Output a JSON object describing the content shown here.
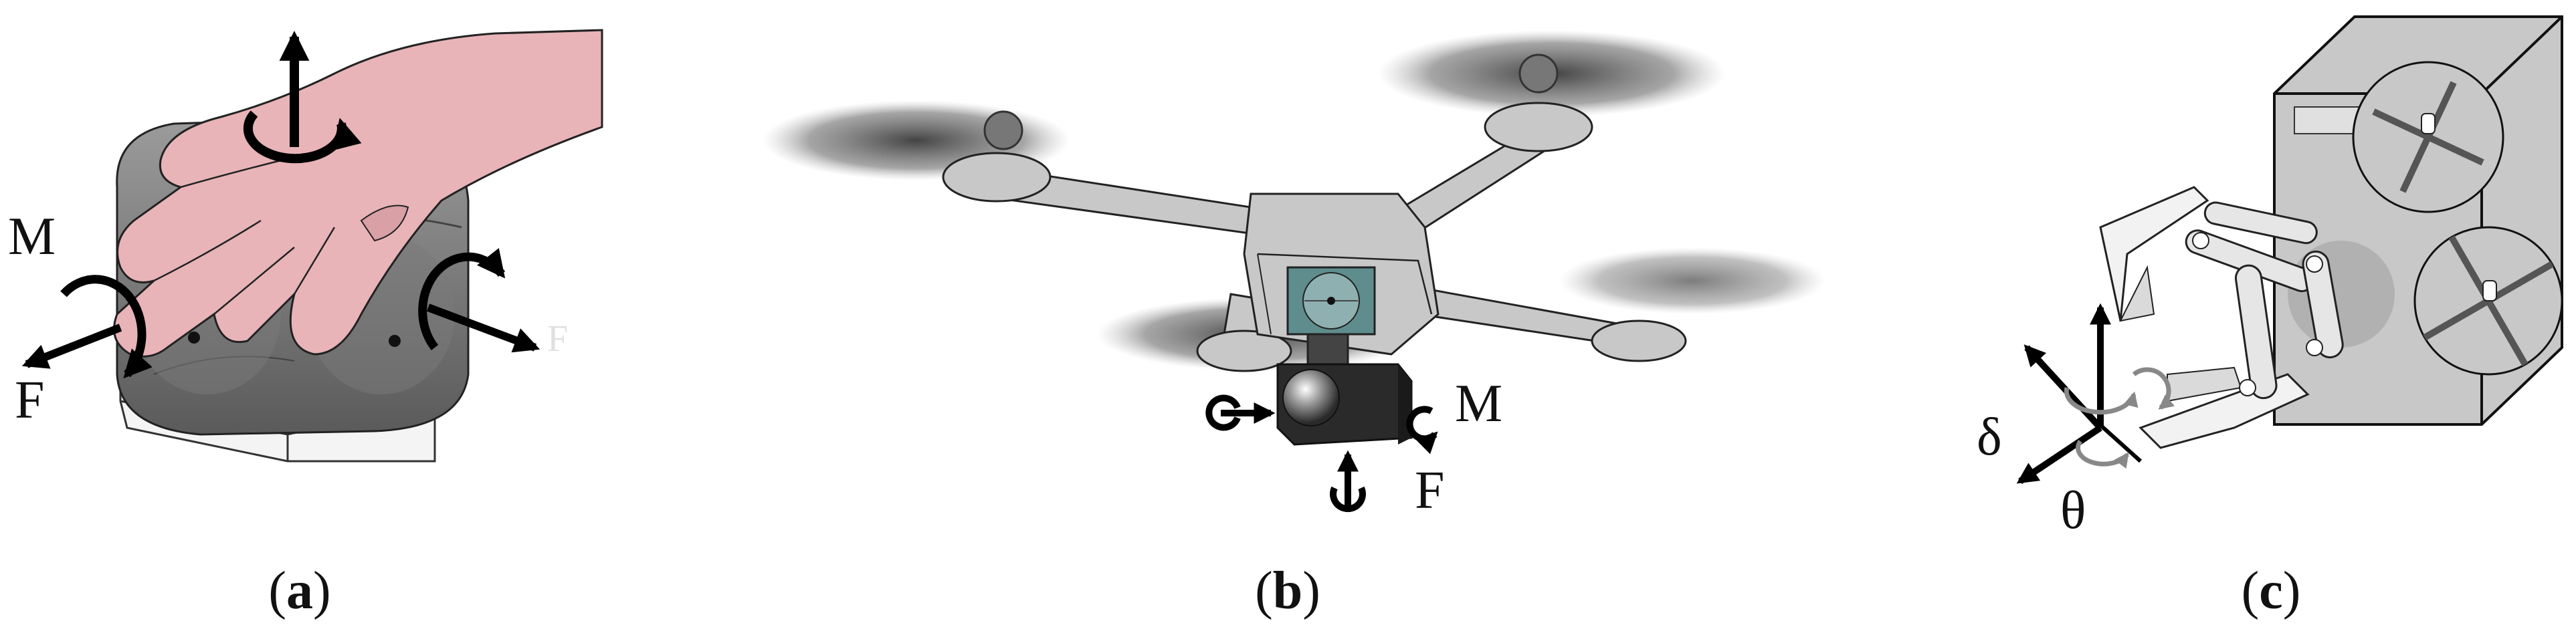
{
  "figure": {
    "panels": [
      {
        "caption": {
          "open": "(",
          "letter": "a",
          "close": ")"
        },
        "labels": {
          "moment": "M",
          "force": "F",
          "force_faded": "F"
        }
      },
      {
        "caption": {
          "open": "(",
          "letter": "b",
          "close": ")"
        },
        "labels": {
          "moment": "M",
          "force": "F"
        }
      },
      {
        "caption": {
          "open": "(",
          "letter": "c",
          "close": ")"
        },
        "labels": {
          "delta": "δ",
          "theta": "θ"
        }
      }
    ]
  },
  "colors": {
    "hand_skin": "#e8b4b8",
    "body_gray": "#c8c8c8",
    "dark_gray": "#6e6e6e",
    "camera_black": "#2a2a2a",
    "teal": "#5f8d8d",
    "arrow": "#000000"
  }
}
